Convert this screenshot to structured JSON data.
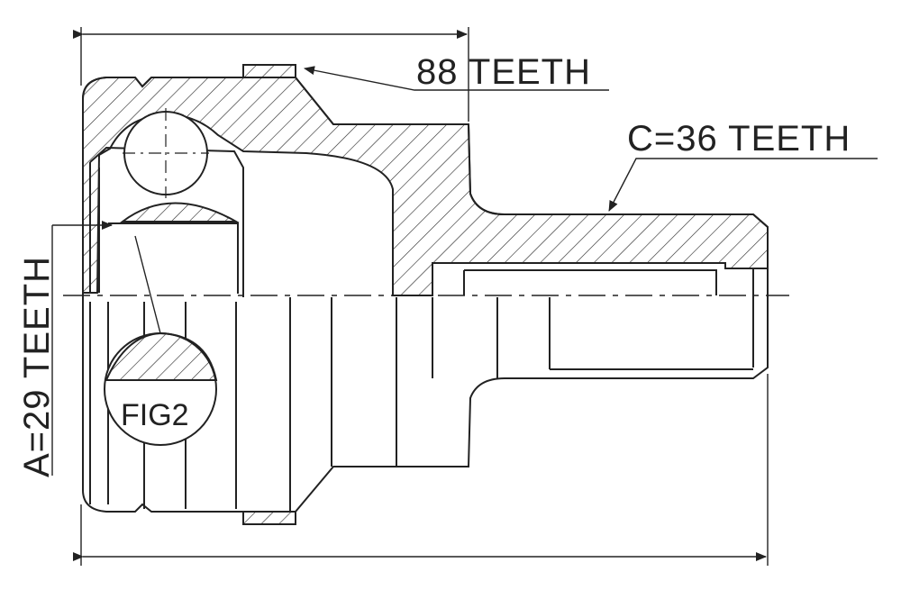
{
  "labels": {
    "outer_teeth": "88 TEETH",
    "stub_teeth": "C=36 TEETH",
    "inner_teeth": "A=29 TEETH",
    "detail": "FIG2"
  },
  "colors": {
    "line": "#222222",
    "background": "#ffffff"
  }
}
